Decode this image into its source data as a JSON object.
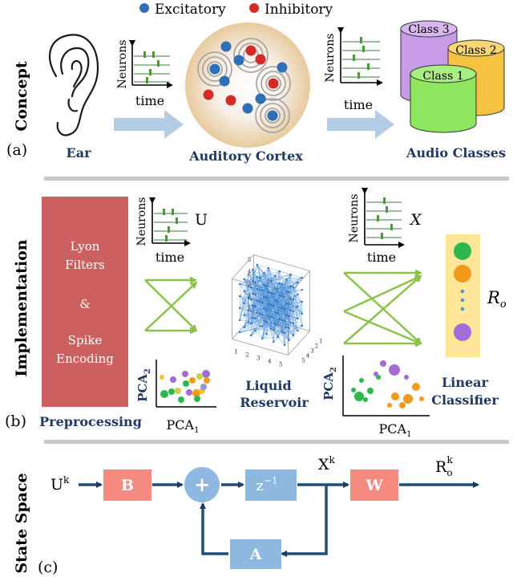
{
  "legend": {
    "excitatory": {
      "label": "Excitatory",
      "color": "#2e6fb8"
    },
    "inhibitory": {
      "label": "Inhibitory",
      "color": "#d42a2a"
    }
  },
  "concept": {
    "section_label": "Concept",
    "panel_label": "(a)",
    "ear_label": "Ear",
    "cortex_label": "Auditory Cortex",
    "classes_label": "Audio Classes",
    "raster_ylabel": "Neurons",
    "raster_xlabel": "time",
    "classes": [
      {
        "label": "Class 3",
        "color": "#c79be6"
      },
      {
        "label": "Class 2",
        "color": "#f5c242"
      },
      {
        "label": "Class 1",
        "color": "#8ee65e"
      }
    ]
  },
  "implementation": {
    "section_label": "Implementation",
    "panel_label": "(b)",
    "preprocessing": {
      "line1": "Lyon",
      "line2": "Filters",
      "line3": "&",
      "line4": "Spike",
      "line5": "Encoding",
      "label": "Preprocessing",
      "color": "#cc6060"
    },
    "input_symbol": "U",
    "output_symbol": "X",
    "raster_ylabel": "Neurons",
    "raster_xlabel": "time",
    "pca_x": "PCA",
    "pca_x_sub": "1",
    "pca_y": "PCA",
    "pca_y_sub": "2",
    "reservoir_line1": "Liquid",
    "reservoir_line2": "Reservoir",
    "classifier_line1": "Linear",
    "classifier_line2": "Classifier",
    "readout_symbol": "R",
    "readout_sub": "o",
    "axis_ticks": [
      "1",
      "2",
      "3",
      "4",
      "5"
    ]
  },
  "state_space": {
    "section_label": "State Space",
    "panel_label": "(c)",
    "input_label": "U",
    "input_sup": "k",
    "block_B": "B",
    "sum_symbol": "+",
    "delay_label": "z",
    "delay_sup": "−1",
    "state_label": "X",
    "state_sup": "k",
    "block_W": "W",
    "output_label": "R",
    "output_sub": "o",
    "output_sup": "k",
    "block_A": "A"
  }
}
